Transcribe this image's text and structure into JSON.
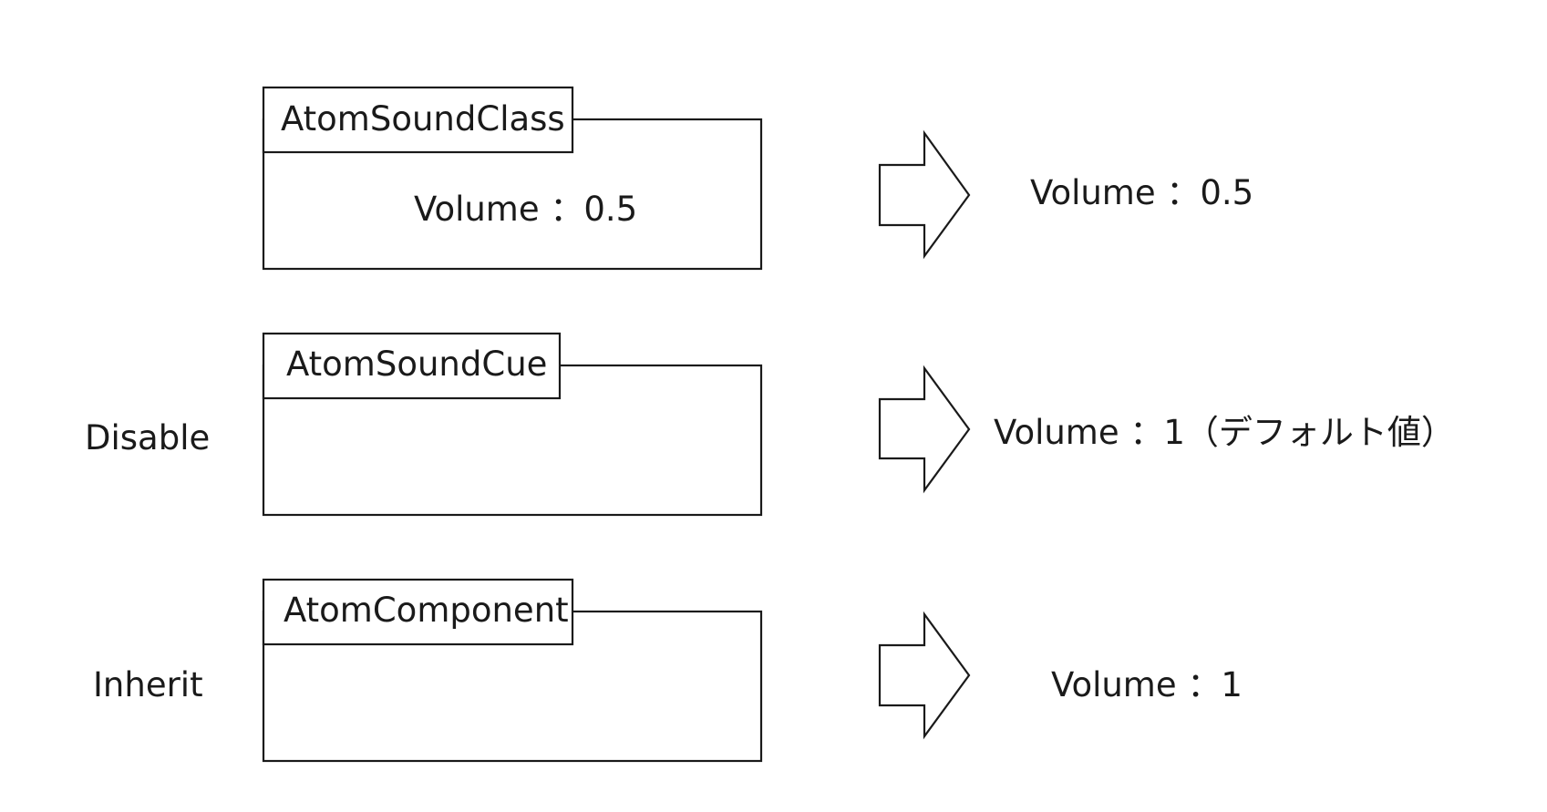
{
  "rows": [
    {
      "side_label": "",
      "box_title": "AtomSoundClass",
      "box_content": "Volume ：0.5",
      "result": "Volume ：0.5"
    },
    {
      "side_label": "Disable",
      "box_title": "AtomSoundCue",
      "box_content": "",
      "result": "Volume ：1（デフォルト値）"
    },
    {
      "side_label": "Inherit",
      "box_title": "AtomComponent",
      "box_content": "",
      "result": "Volume ：1"
    }
  ],
  "colors": {
    "stroke": "#1a1a1a",
    "background": "#ffffff"
  },
  "icons": {
    "arrow": "right-arrow-icon"
  }
}
